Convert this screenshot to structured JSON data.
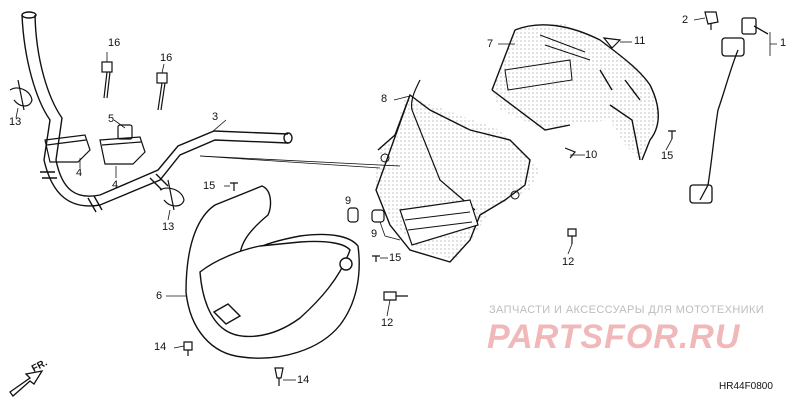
{
  "diagram": {
    "drawing_code": "HR44F0800",
    "direction_label": "FR.",
    "watermark": {
      "caption": "ЗАПЧАСТИ И АКСЕССУАРЫ ДЛЯ МОТОТЕХНИКИ",
      "logo": "PARTSFOR.RU"
    },
    "callouts": [
      "1",
      "2",
      "3",
      "4",
      "4",
      "5",
      "6",
      "7",
      "8",
      "9",
      "9",
      "10",
      "11",
      "12",
      "12",
      "13",
      "13",
      "14",
      "14",
      "15",
      "15",
      "15",
      "16",
      "16"
    ],
    "colors": {
      "line": "#111111",
      "hatch": "#bbbbbb",
      "watermark_logo": "#f0b8b8",
      "watermark_text": "#bdbdbd"
    }
  }
}
